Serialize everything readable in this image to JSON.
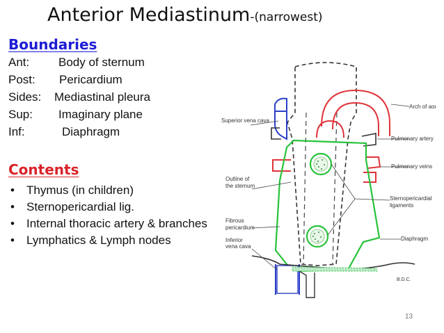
{
  "slide": {
    "title": "Anterior Mediastinum",
    "title_suffix": "-(narrowest)",
    "page_number": "13"
  },
  "boundaries": {
    "heading": "Boundaries",
    "rows": [
      {
        "key": "Ant:",
        "value": "Body of sternum"
      },
      {
        "key": "Post:",
        "value": "Pericardium"
      },
      {
        "key": "Sides:",
        "value": "Mediastinal pleura"
      },
      {
        "key": "Sup:",
        "value": "Imaginary plane"
      },
      {
        "key": "Inf:",
        "value": "Diaphragm"
      }
    ]
  },
  "contents": {
    "heading": "Contents",
    "items": [
      "Thymus (in children)",
      "Sternopericardial lig.",
      "Internal thoracic artery & branches",
      "Lymphatics & Lymph nodes"
    ]
  },
  "diagram": {
    "labels": {
      "superior_vena_cava": "Superior vena cava",
      "arch_of_aorta": "Arch of aorta",
      "pulmonary_artery": "Pulmonary artery",
      "pulmonary_veins": "Pulmonary veins",
      "outline_of_sternum_1": "Outline of",
      "outline_of_sternum_2": "the sternum",
      "sternopericardial_ligaments_1": "Sternopericardial",
      "sternopericardial_ligaments_2": "ligaments",
      "fibrous_pericardium_1": "Fibrous",
      "fibrous_pericardium_2": "pericardium",
      "inferior_vena_cava_1": "Inferior",
      "inferior_vena_cava_2": "vena cava",
      "diaphragm": "Diaphragm",
      "initials": "B.D.C."
    },
    "colors": {
      "pericardium": "#27c23a",
      "aorta": "#e0333a",
      "vena_cava": "#2b3fc8",
      "outline": "#333333"
    }
  }
}
